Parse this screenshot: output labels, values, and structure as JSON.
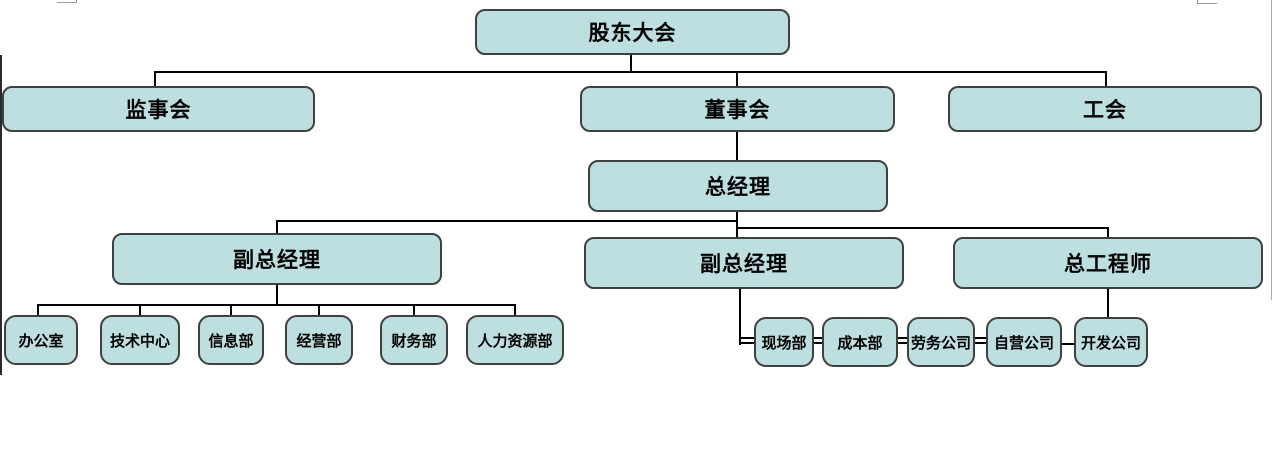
{
  "diagram": {
    "type": "org-chart",
    "language": "zh-CN",
    "nodes": {
      "shareholders_meeting": "股东大会",
      "supervisory_board": "监事会",
      "board_of_directors": "董事会",
      "labor_union": "工会",
      "general_manager": "总经理",
      "deputy_gm_1": "副总经理",
      "deputy_gm_2": "副总经理",
      "chief_engineer": "总工程师",
      "office": "办公室",
      "technology_center": "技术中心",
      "information_dept": "信息部",
      "operations_dept": "经营部",
      "finance_dept": "财务部",
      "hr_dept": "人力资源部",
      "site_dept": "现场部",
      "cost_dept": "成本部",
      "labor_company": "劳务公司",
      "self_operated_company": "自营公司",
      "development_company": "开发公司"
    },
    "edges": [
      [
        "shareholders_meeting",
        "supervisory_board"
      ],
      [
        "shareholders_meeting",
        "board_of_directors"
      ],
      [
        "shareholders_meeting",
        "labor_union"
      ],
      [
        "board_of_directors",
        "general_manager"
      ],
      [
        "general_manager",
        "deputy_gm_1"
      ],
      [
        "general_manager",
        "deputy_gm_2"
      ],
      [
        "general_manager",
        "chief_engineer"
      ],
      [
        "deputy_gm_1",
        "office"
      ],
      [
        "deputy_gm_1",
        "technology_center"
      ],
      [
        "deputy_gm_1",
        "information_dept"
      ],
      [
        "deputy_gm_1",
        "operations_dept"
      ],
      [
        "deputy_gm_1",
        "finance_dept"
      ],
      [
        "deputy_gm_1",
        "hr_dept"
      ],
      [
        "deputy_gm_2",
        "site_dept"
      ],
      [
        "site_dept",
        "cost_dept"
      ],
      [
        "cost_dept",
        "labor_company"
      ],
      [
        "labor_company",
        "self_operated_company"
      ],
      [
        "self_operated_company",
        "development_company"
      ],
      [
        "chief_engineer",
        "development_company"
      ]
    ]
  },
  "colors": {
    "node_fill": "#bddfe0",
    "node_border": "#404040",
    "node_text": "#000000",
    "connector": "#000000",
    "canvas_left_border": "#2b2b2b",
    "canvas_right_border": "#a8a8a8",
    "table_handle": "#9a9a9a",
    "background": "#ffffff"
  }
}
